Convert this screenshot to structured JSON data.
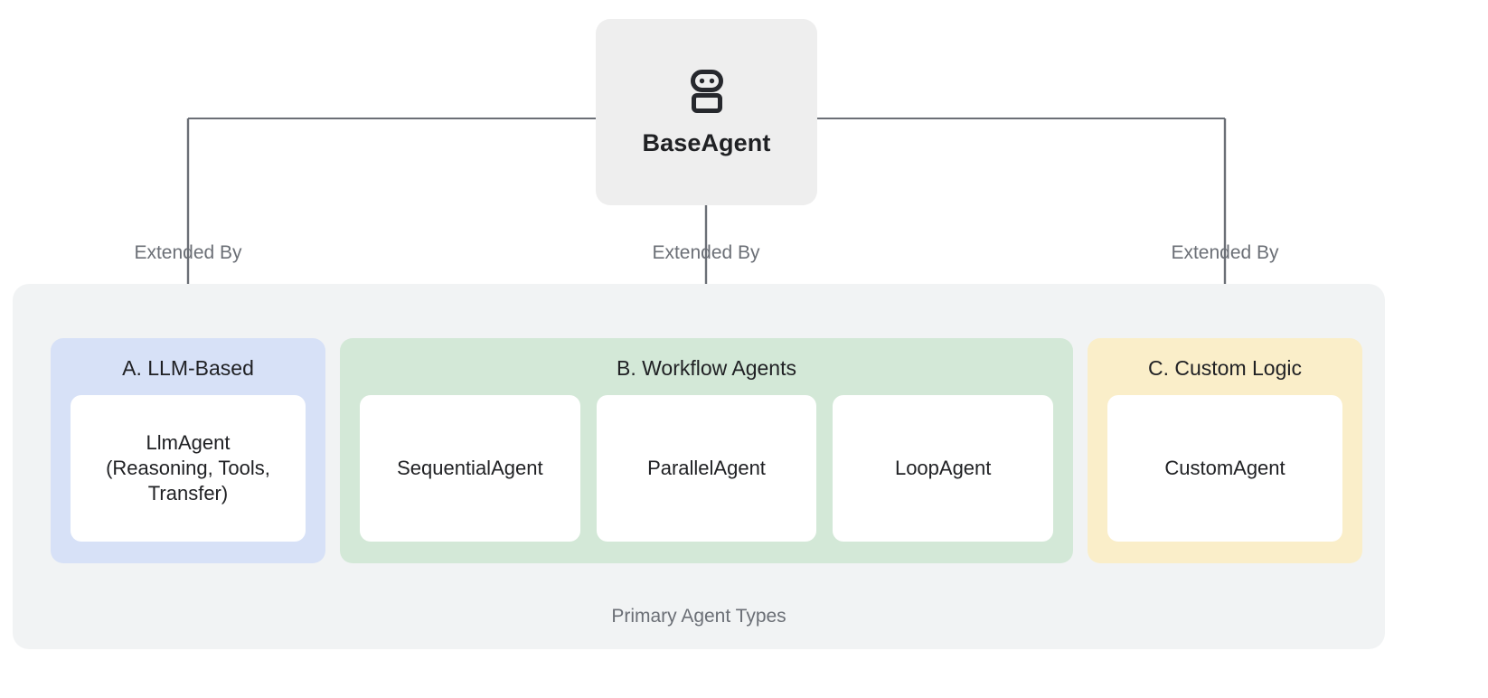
{
  "diagram": {
    "root": {
      "label": "BaseAgent",
      "icon": "robot-icon"
    },
    "edges": [
      {
        "label": "Extended By",
        "target": "A. LLM-Based"
      },
      {
        "label": "Extended By",
        "target": "B. Workflow Agents"
      },
      {
        "label": "Extended By",
        "target": "C. Custom Logic"
      }
    ],
    "group": {
      "caption": "Primary Agent Types",
      "panels": [
        {
          "id": "llm",
          "title": "A. LLM-Based",
          "color": "#d7e1f7",
          "cards": [
            "LlmAgent\n(Reasoning, Tools,\nTransfer)"
          ]
        },
        {
          "id": "workflow",
          "title": "B. Workflow Agents",
          "color": "#d3e8d7",
          "cards": [
            "SequentialAgent",
            "ParallelAgent",
            "LoopAgent"
          ]
        },
        {
          "id": "custom",
          "title": "C. Custom Logic",
          "color": "#faeec9",
          "cards": [
            "CustomAgent"
          ]
        }
      ]
    },
    "colors": {
      "root_bg": "#eeeeee",
      "group_bg": "#f1f3f4",
      "card_bg": "#ffffff",
      "connector": "#6b6f76",
      "text_primary": "#202124",
      "text_muted": "#6b6f76"
    }
  }
}
